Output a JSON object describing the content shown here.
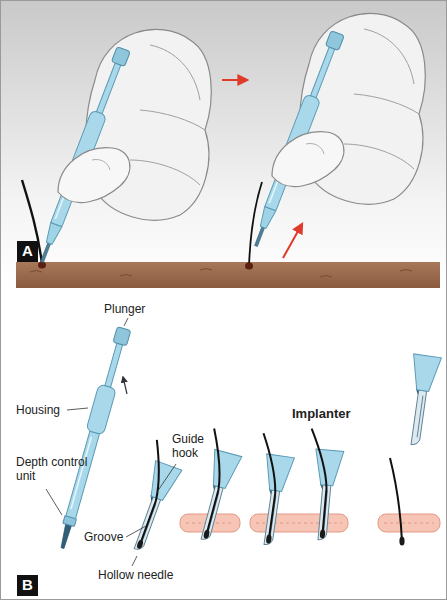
{
  "diagram": {
    "nodes": [
      {
        "text": [
          "A"
        ]
      },
      {
        "text": [
          "B"
        ]
      }
    ],
    "labels": [
      "Plunger",
      "Housing",
      "Depth control unit",
      "Guide hook",
      "Groove",
      "Hollow needle",
      "Implanter"
    ]
  }
}
